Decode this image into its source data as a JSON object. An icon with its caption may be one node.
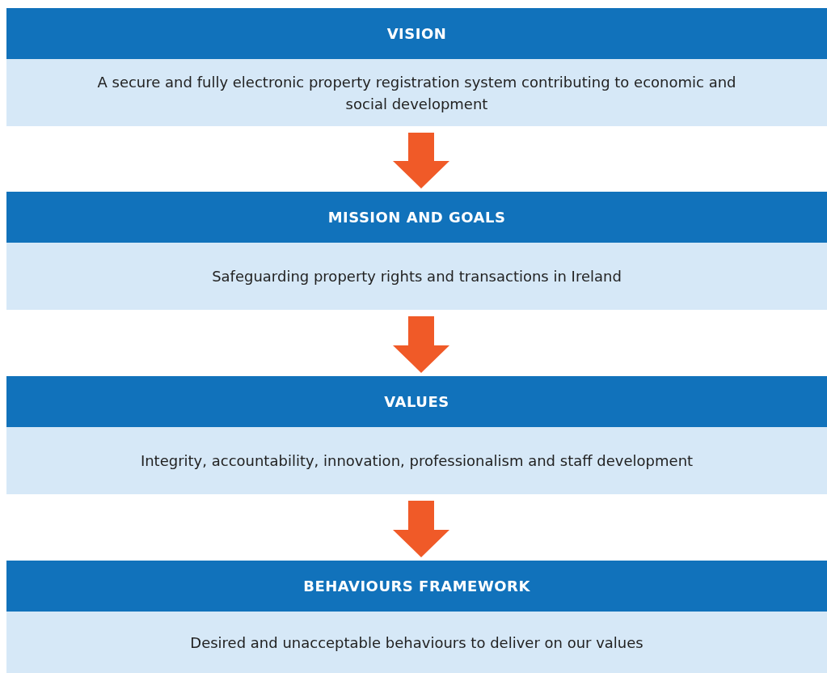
{
  "diagram": {
    "nodes": [
      {
        "text": [
          "VISION",
          "A secure and fully electronic property registration system contributing to economic and social development"
        ]
      },
      {
        "text": [
          "MISSION AND GOALS",
          "Safeguarding property rights and transactions in Ireland"
        ]
      },
      {
        "text": [
          "VALUES",
          "Integrity, accountability, innovation, professionalism and staff development"
        ]
      },
      {
        "text": [
          "BEHAVIOURS FRAMEWORK",
          "Desired and unacceptable behaviours to deliver on our values"
        ]
      }
    ],
    "edges": [
      {
        "from": 0,
        "to": 1,
        "arrow": "to"
      },
      {
        "from": 1,
        "to": 2,
        "arrow": "to"
      },
      {
        "from": 2,
        "to": 3,
        "arrow": "to"
      }
    ]
  }
}
